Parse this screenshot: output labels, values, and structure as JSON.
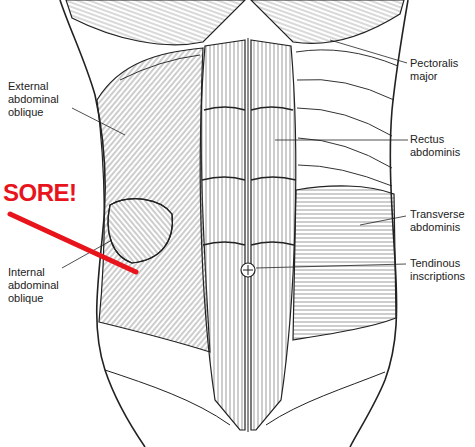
{
  "diagram": {
    "labels": [
      "Pectoralis major",
      "External abdominal oblique",
      "Rectus abdominis",
      "SORE!",
      "Transverse abdominis",
      "Tendinous inscriptions",
      "Internal abdominal oblique"
    ]
  }
}
